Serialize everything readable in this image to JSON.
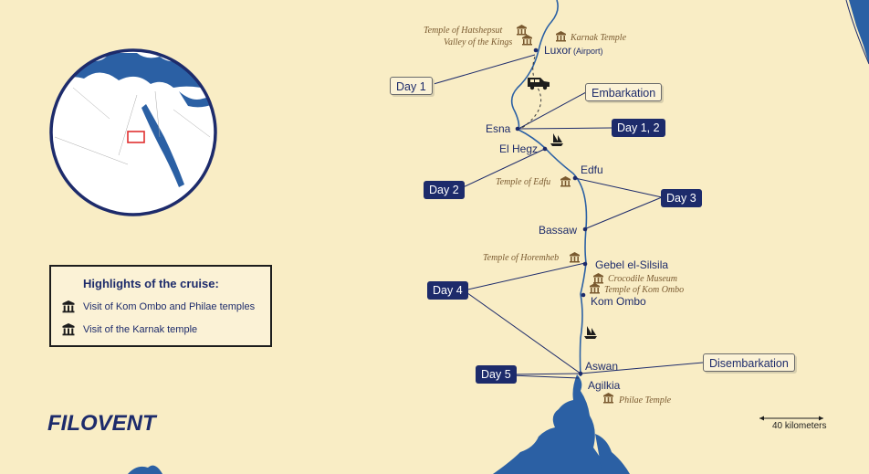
{
  "colors": {
    "background": "#f9edc5",
    "water": "#2b60a4",
    "navy": "#1d2b6b",
    "site_text": "#7a5a30",
    "inset_marker": "#e03030"
  },
  "places": {
    "luxor": "Luxor",
    "airport": "(Airport)",
    "esna": "Esna",
    "el_hegz": "El Hegz",
    "edfu": "Edfu",
    "bassaw": "Bassaw",
    "gebel_el_silsila": "Gebel el-Silsila",
    "kom_ombo": "Kom Ombo",
    "aswan": "Aswan",
    "agilkia": "Agilkia"
  },
  "sites": {
    "hatshepsut": "Temple of Hatshepsut",
    "valley_kings": "Valley of the Kings",
    "karnak": "Karnak Temple",
    "edfu_temple": "Temple of Edfu",
    "horemheb": "Temple of Horemheb",
    "crocodile_museum": "Crocodile Museum",
    "kom_ombo_temple": "Temple of Kom Ombo",
    "philae": "Philae Temple"
  },
  "days": {
    "day1": "Day 1",
    "embarkation": "Embarkation",
    "day1_2": "Day 1, 2",
    "day2": "Day 2",
    "day3": "Day 3",
    "day4": "Day 4",
    "day5": "Day 5",
    "disembarkation": "Disembarkation"
  },
  "legend": {
    "title": "Highlights of the cruise:",
    "items": [
      {
        "icon": "temple-icon",
        "label": "Visit of Kom Ombo and Philae temples"
      },
      {
        "icon": "temple-icon",
        "label": "Visit of the Karnak temple"
      }
    ]
  },
  "logo": "FILOVENT",
  "scale": {
    "label": "40 kilometers"
  },
  "icons": {
    "transfer": "van-icon",
    "boat": "felucca-icon",
    "site": "temple-icon"
  }
}
